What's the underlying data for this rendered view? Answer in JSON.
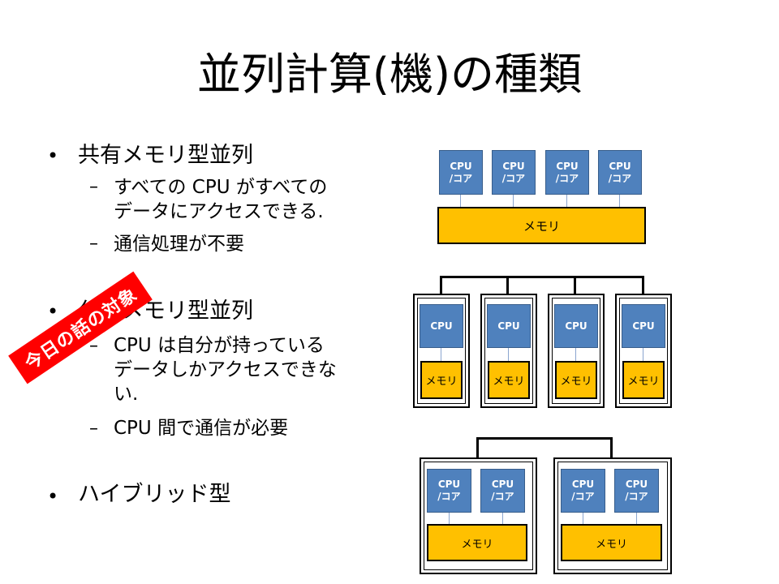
{
  "slide": {
    "title": "並列計算(機)の種類",
    "bullets": [
      {
        "text": "共有メモリ型並列",
        "sub": [
          "すべての CPU がすべての\nデータにアクセスできる.",
          "通信処理が不要"
        ]
      },
      {
        "text": "分散メモリ型並列",
        "sub": [
          "CPU は自分が持っている\nデータしかアクセスできな\nい.",
          "CPU 間で通信が必要"
        ]
      },
      {
        "text": "ハイブリッド型",
        "sub": []
      }
    ],
    "stamp": "今日の話の対象"
  },
  "diagrams": {
    "shared": {
      "cpu_label": "CPU\n/コア",
      "memory_label": "メモリ"
    },
    "distributed": {
      "cpu_label": "CPU",
      "memory_label": "メモリ"
    },
    "hybrid": {
      "cpu_label": "CPU\n/コア",
      "memory_label": "メモリ"
    }
  },
  "colors": {
    "cpu": "#4f81bd",
    "memory": "#ffc000",
    "stamp": "#ff0000"
  }
}
